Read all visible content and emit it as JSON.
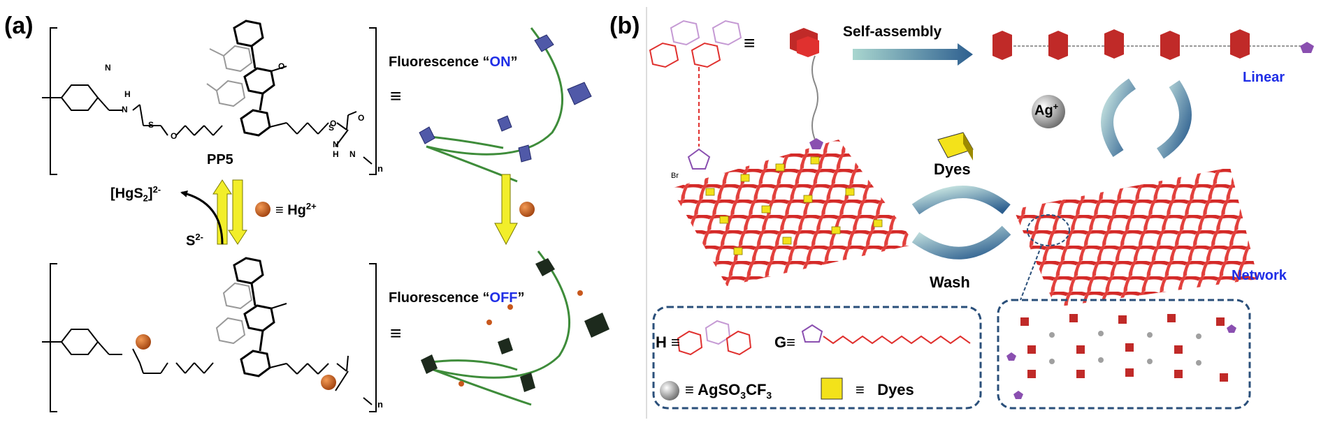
{
  "panel_a": {
    "label": "(a)",
    "polymer_name": "PP5",
    "fluorescence_on_prefix": "Fluorescence “",
    "fluorescence_on_word": "ON",
    "fluorescence_on_suffix": "”",
    "fluorescence_off_prefix": "Fluorescence “",
    "fluorescence_off_word": "OFF",
    "fluorescence_off_suffix": "”",
    "equiv_symbol": "≡",
    "hgs2": "[HgS",
    "hgs2_sub": "2",
    "hgs2_close": "]",
    "hgs2_sup": "2-",
    "sulfide": "S",
    "sulfide_sup": "2-",
    "hg_label": "Hg",
    "hg_sup": "2+",
    "repeat_n": "n",
    "atom_labels": [
      "N",
      "H",
      "N",
      "S",
      "O",
      "O",
      "O",
      "S",
      "N",
      "H",
      "N",
      "O"
    ]
  },
  "panel_b": {
    "label": "(b)",
    "self_assembly": "Self-assembly",
    "linear": "Linear",
    "network": "Network",
    "ag_ion": "Ag",
    "ag_sup": "+",
    "dyes": "Dyes",
    "wash": "Wash",
    "br_label": "Br",
    "legend": {
      "h_label": "H",
      "g_label": "G",
      "ag_salt_pre": "AgSO",
      "ag_salt_sub": "3",
      "ag_salt_post": "CF",
      "ag_salt_sub2": "3",
      "dyes_label": "Dyes"
    }
  },
  "colors": {
    "network_red": "#e0312f",
    "dye_yellow": "#f3e21a",
    "hg_orange": "#c8581d",
    "on_blue": "#1f2ee6",
    "dashed_box": "#2a4f7a",
    "arrow_yellow": "#f2ee2a",
    "cycle_teal": "#7fb7bf",
    "macrocycle_blue": "#5059a8",
    "macrocycle_dark": "#1d2a1d",
    "chain_green": "#3e8c3a",
    "guest_purple": "#8a4fb0"
  }
}
